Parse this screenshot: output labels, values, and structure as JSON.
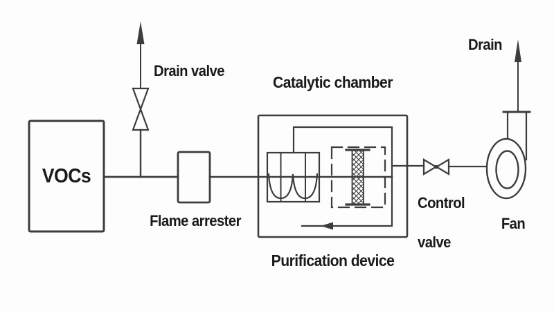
{
  "diagram": {
    "type": "process-flow-diagram",
    "subject": "VOCs catalytic purification system",
    "labels": {
      "vocs": "VOCs",
      "drain_valve": "Drain valve",
      "flame_arrester": "Flame arrester",
      "catalytic_chamber": "Catalytic chamber",
      "purification_device": "Purification device",
      "control_valve_line1": "Control",
      "control_valve_line2": "valve",
      "fan": "Fan",
      "drain": "Drain"
    },
    "symbols": [
      "vocs-source-box",
      "drain-valve-symbol",
      "drain-arrow-up-left",
      "flame-arrester-box",
      "catalytic-chamber-box",
      "preheater-symbol",
      "catalyst-bed-symbol",
      "recirculation-loop",
      "control-valve-symbol",
      "fan-symbol",
      "drain-arrow-up-right"
    ],
    "colors": {
      "line": "#3c3c3c",
      "text": "#1a1a1a",
      "background": "#fdfdfd"
    }
  }
}
